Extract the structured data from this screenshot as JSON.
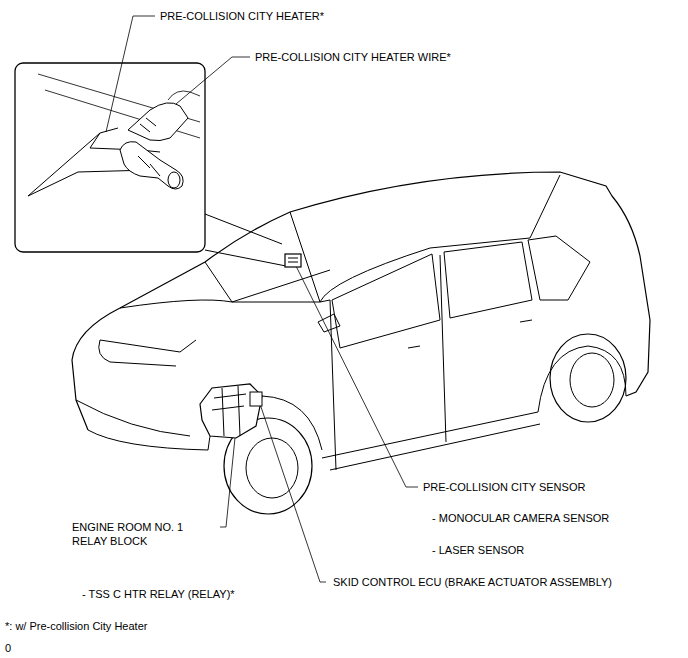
{
  "diagram": {
    "labels": [
      "PRE-COLLISION CITY HEATER*",
      "PRE-COLLISION CITY HEATER WIRE*",
      "PRE-COLLISION CITY SENSOR",
      "- MONOCULAR CAMERA SENSOR",
      "- LASER SENSOR",
      "ENGINE ROOM NO. 1 RELAY BLOCK",
      "- TSS C HTR RELAY (RELAY)*",
      "SKID CONTROL ECU (BRAKE ACTUATOR ASSEMBLY)",
      "*: w/ Pre-collision City Heater",
      "0"
    ]
  }
}
